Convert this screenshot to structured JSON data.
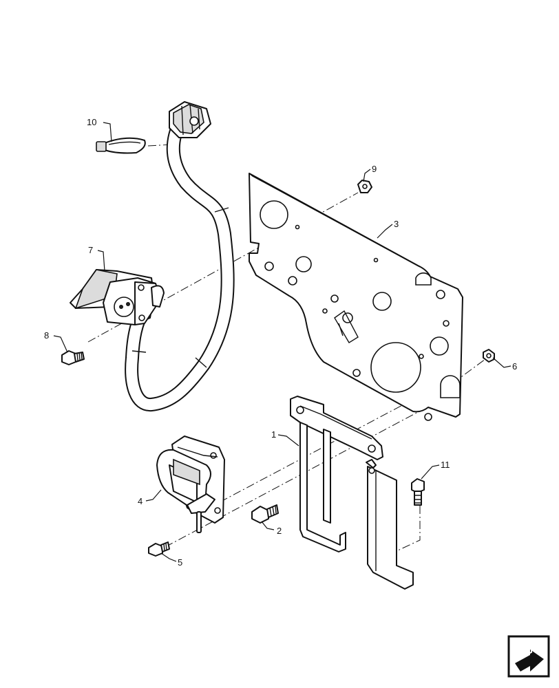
{
  "callouts": [
    {
      "id": "c1",
      "label": "1"
    },
    {
      "id": "c2",
      "label": "2"
    },
    {
      "id": "c3",
      "label": "3"
    },
    {
      "id": "c4",
      "label": "4"
    },
    {
      "id": "c5",
      "label": "5"
    },
    {
      "id": "c6",
      "label": "6"
    },
    {
      "id": "c7",
      "label": "7"
    },
    {
      "id": "c8",
      "label": "8"
    },
    {
      "id": "c9",
      "label": "9"
    },
    {
      "id": "c10",
      "label": "10"
    },
    {
      "id": "c11",
      "label": "11"
    }
  ],
  "nav_icon": "forward-arrow-icon"
}
